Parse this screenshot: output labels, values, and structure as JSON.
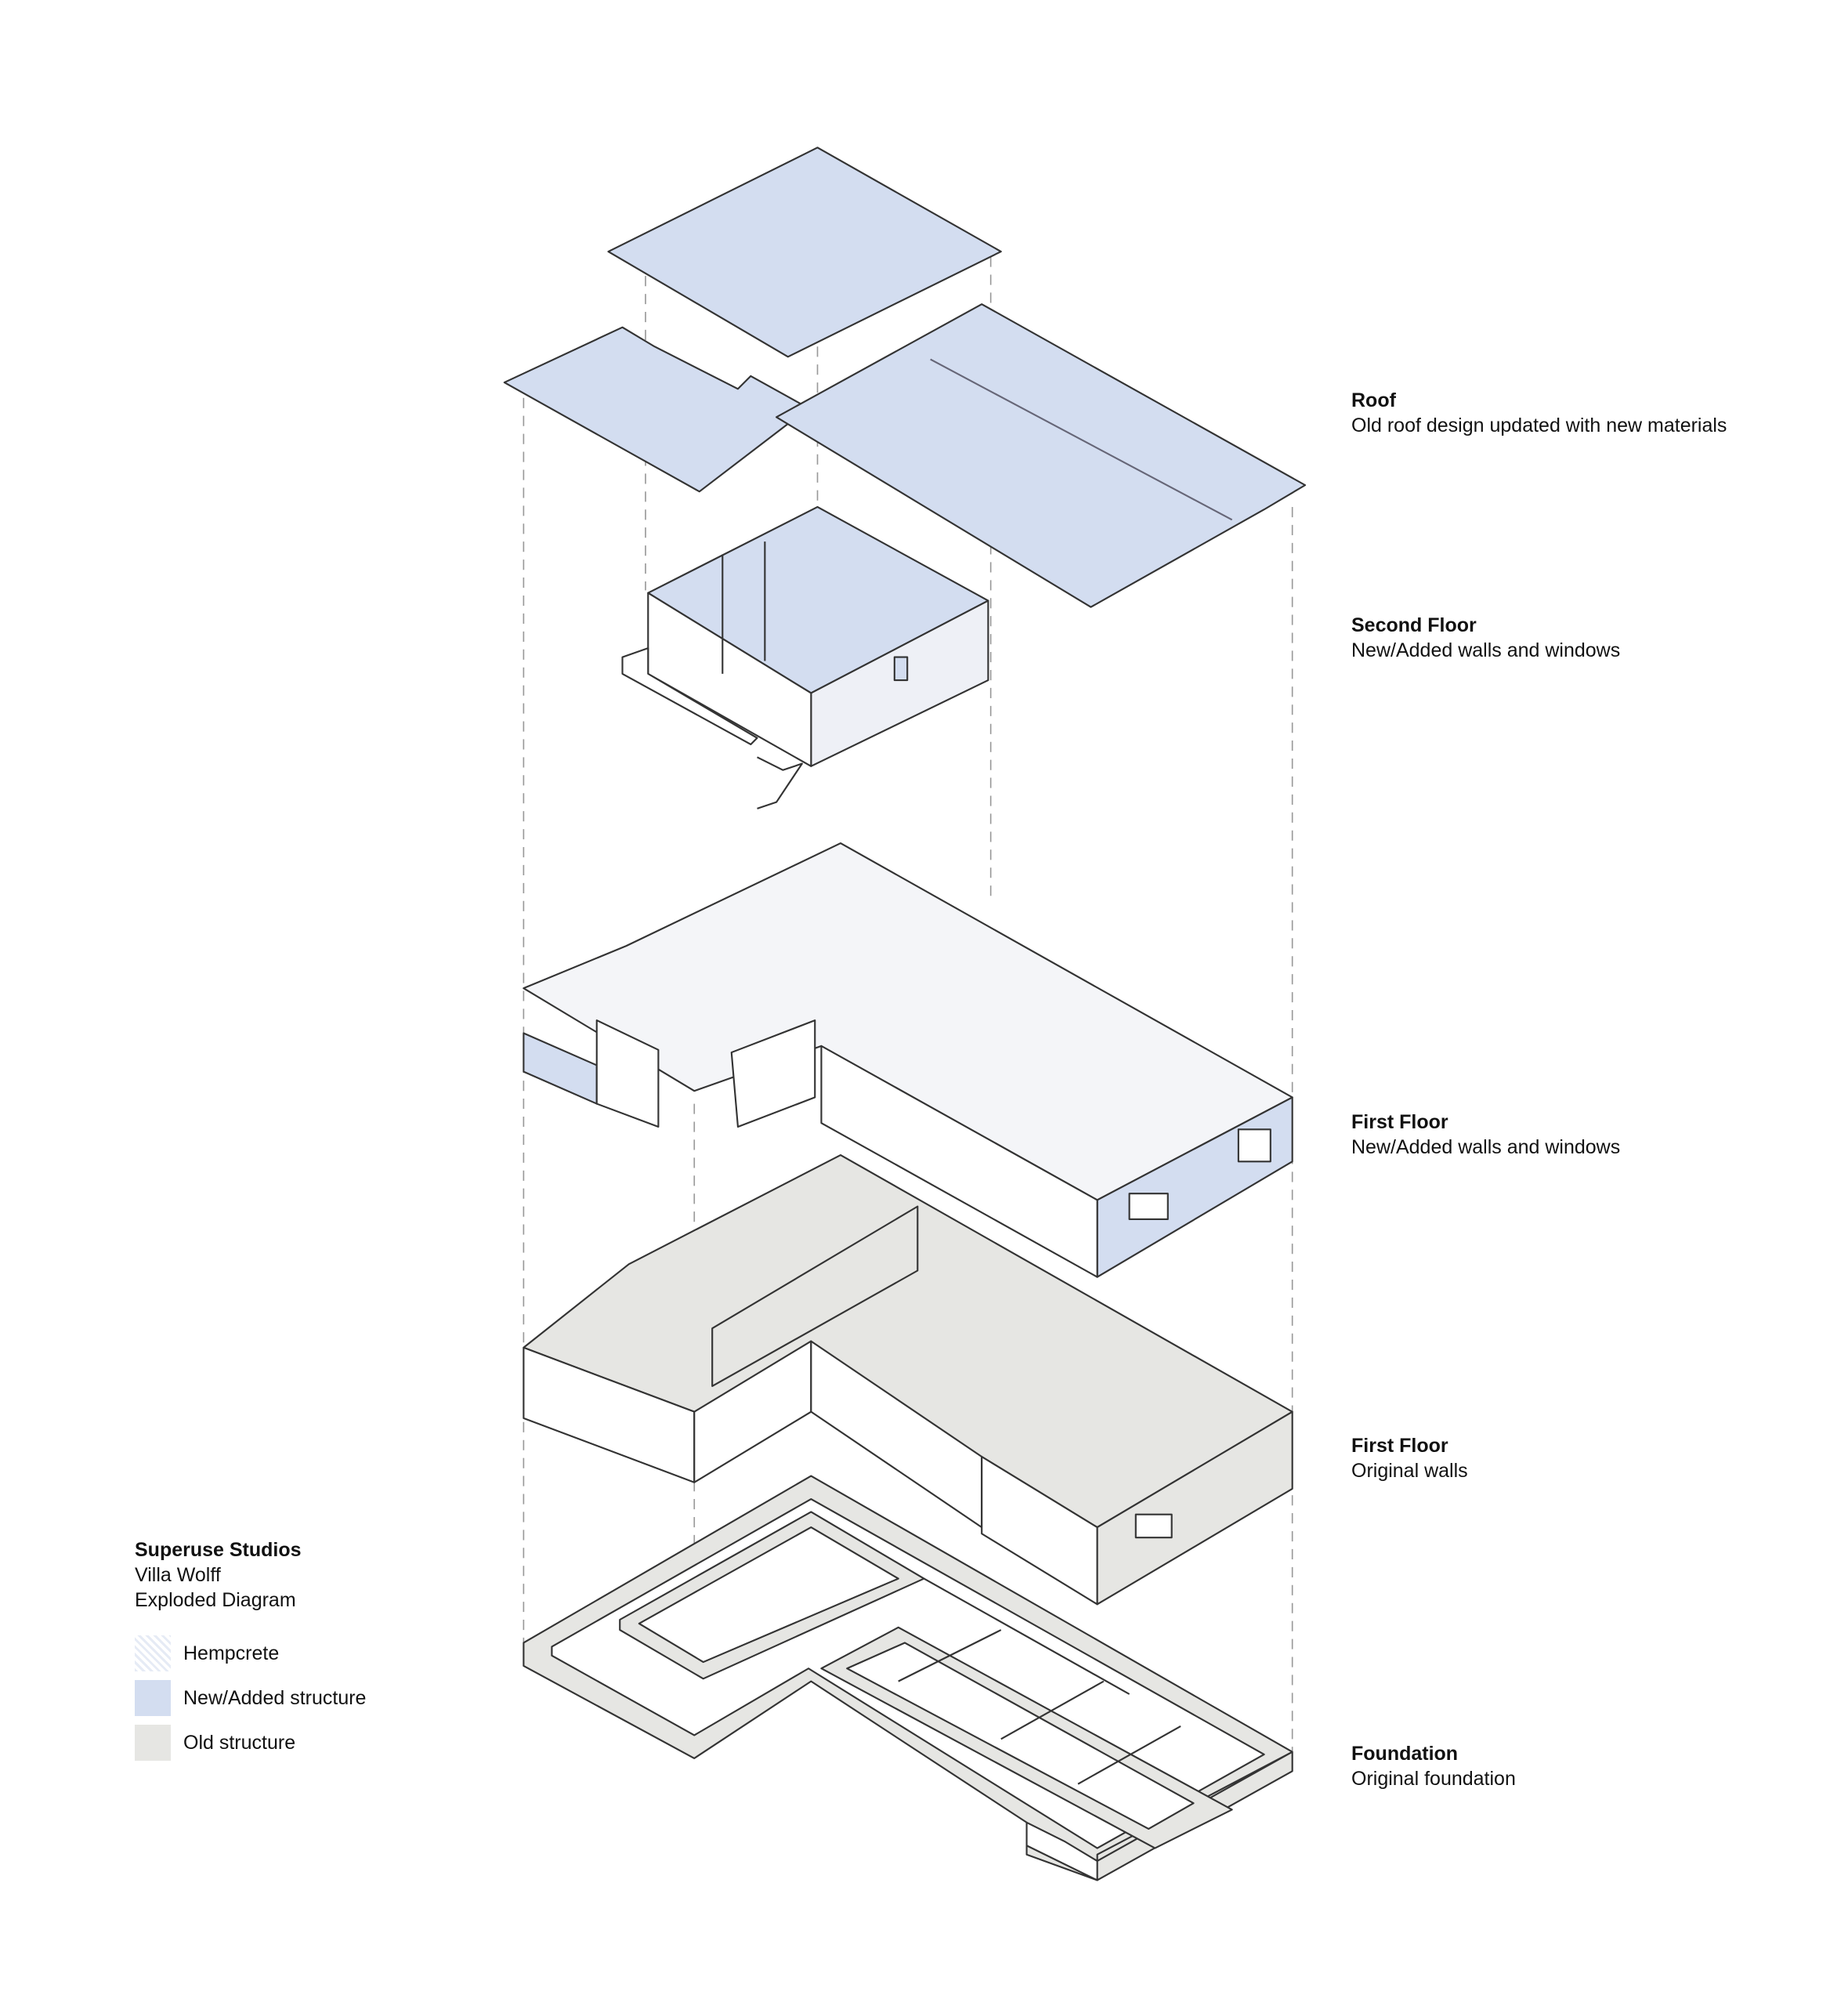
{
  "layers": [
    {
      "title": "Roof",
      "description": "Old roof design updated with new materials"
    },
    {
      "title": "Second Floor",
      "description": "New/Added walls and windows"
    },
    {
      "title": "First Floor",
      "description": "New/Added walls and windows"
    },
    {
      "title": "First Floor",
      "description": "Original walls"
    },
    {
      "title": "Foundation",
      "description": "Original foundation"
    }
  ],
  "legend": {
    "studio": "Superuse Studios",
    "project": "Villa Wolff",
    "type": "Exploded Diagram",
    "items": [
      {
        "label": "Hempcrete",
        "color": "#e6ebf5"
      },
      {
        "label": "New/Added structure",
        "color": "#d3ddf0"
      },
      {
        "label": "Old structure",
        "color": "#e6e6e3"
      }
    ]
  },
  "colors": {
    "new": "#d3ddf0",
    "old": "#e6e6e3",
    "line": "#333333"
  }
}
